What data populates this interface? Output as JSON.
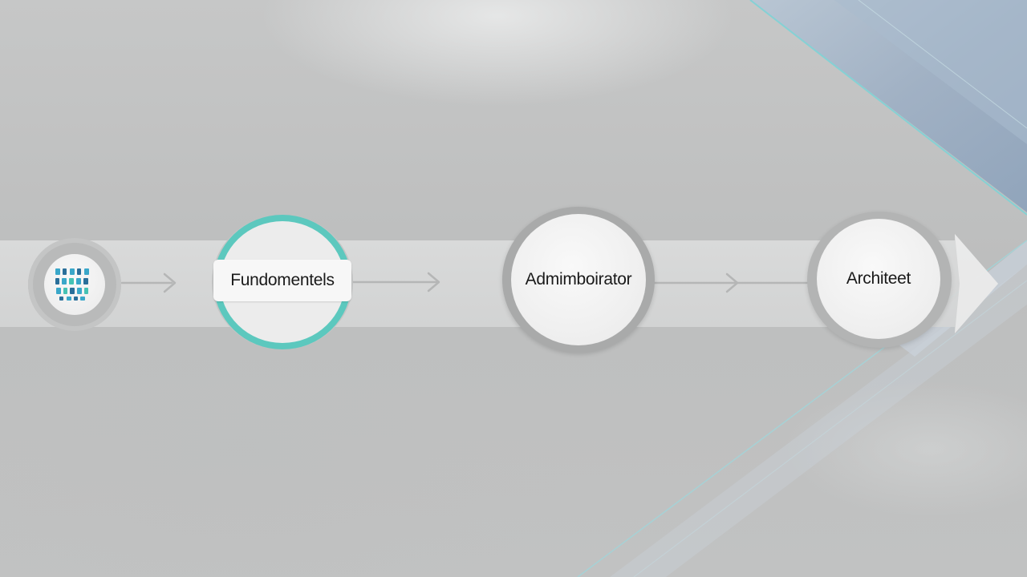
{
  "colors": {
    "background": "#c1c2c2",
    "band": "#d9dada",
    "node_fill": "#f1f1f1",
    "accent_teal": "#5cc8be",
    "accent_blue_panel": "#9fb0c4",
    "arrow": "#b5b6b6",
    "text": "#1a1a1a"
  },
  "flow": {
    "nodes": [
      {
        "id": "start",
        "label": "",
        "icon": "data-grid-icon",
        "highlighted": false
      },
      {
        "id": "fundamentals",
        "label": "Fundomentels",
        "icon": "",
        "highlighted": true
      },
      {
        "id": "administrator",
        "label": "Admimboirator",
        "icon": "",
        "highlighted": false
      },
      {
        "id": "architect",
        "label": "Architeet",
        "icon": "",
        "highlighted": false
      }
    ],
    "connector_icon": "chevron-right-icon",
    "end_icon": "arrow-head-icon"
  }
}
